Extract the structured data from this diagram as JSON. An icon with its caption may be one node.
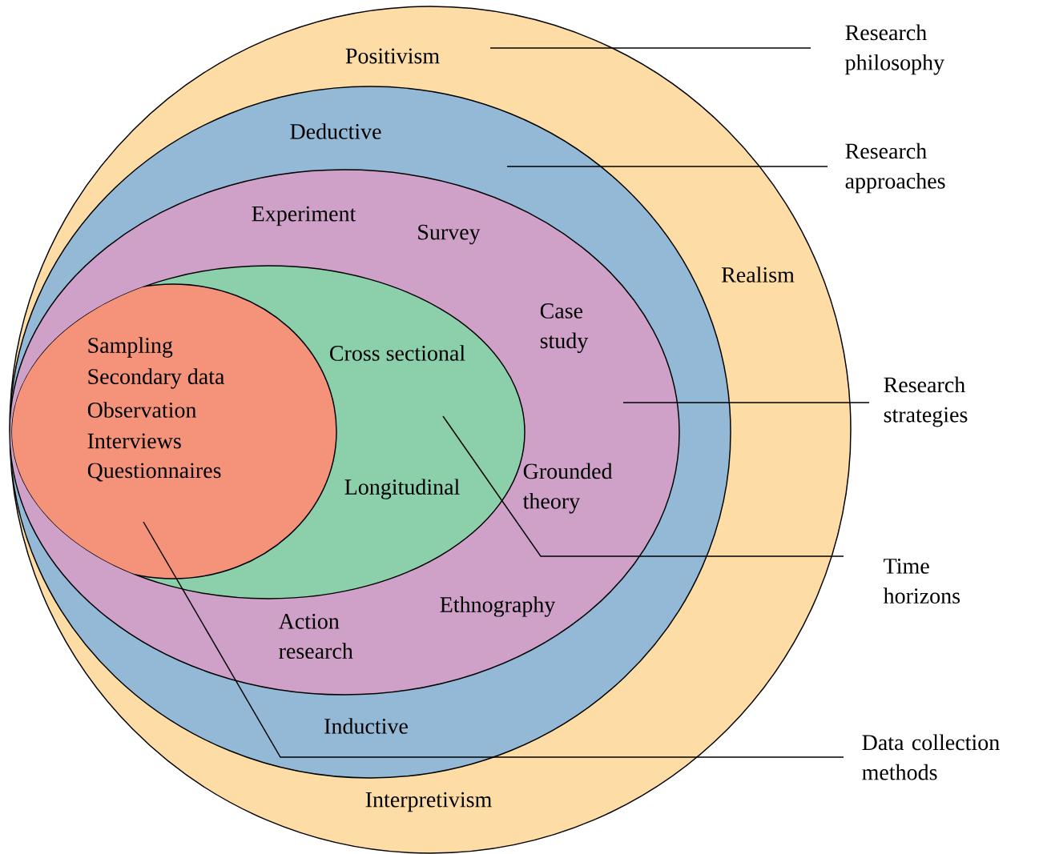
{
  "diagram": {
    "nodes": [
      {
        "text": [
          "Positivism",
          "Realism",
          "Interpretivism"
        ]
      },
      {
        "text": [
          "Deductive",
          "Inductive"
        ],
        "in": 0
      },
      {
        "text": [
          "Experiment",
          "Survey",
          "Case study",
          "Grounded theory",
          "Ethnography",
          "Action research"
        ],
        "in": 1
      },
      {
        "text": [
          "Cross sectional",
          "Longitudinal"
        ],
        "in": 2
      },
      {
        "text": [
          "Sampling",
          "Secondary data",
          "Observation",
          "Interviews",
          "Questionnaires"
        ],
        "in": 3
      },
      {
        "text": [
          "Research philosophy"
        ]
      },
      {
        "text": [
          "Research approaches"
        ]
      },
      {
        "text": [
          "Research strategies"
        ]
      },
      {
        "text": [
          "Time horizons"
        ]
      },
      {
        "text": [
          "Data collection methods"
        ]
      }
    ],
    "edges": [
      {
        "from": 5,
        "to": 0,
        "arrow": "none"
      },
      {
        "from": 6,
        "to": 1,
        "arrow": "none"
      },
      {
        "from": 7,
        "to": 2,
        "arrow": "none"
      },
      {
        "from": 8,
        "to": 3,
        "arrow": "none"
      },
      {
        "from": 9,
        "to": 4,
        "arrow": "none"
      }
    ]
  }
}
